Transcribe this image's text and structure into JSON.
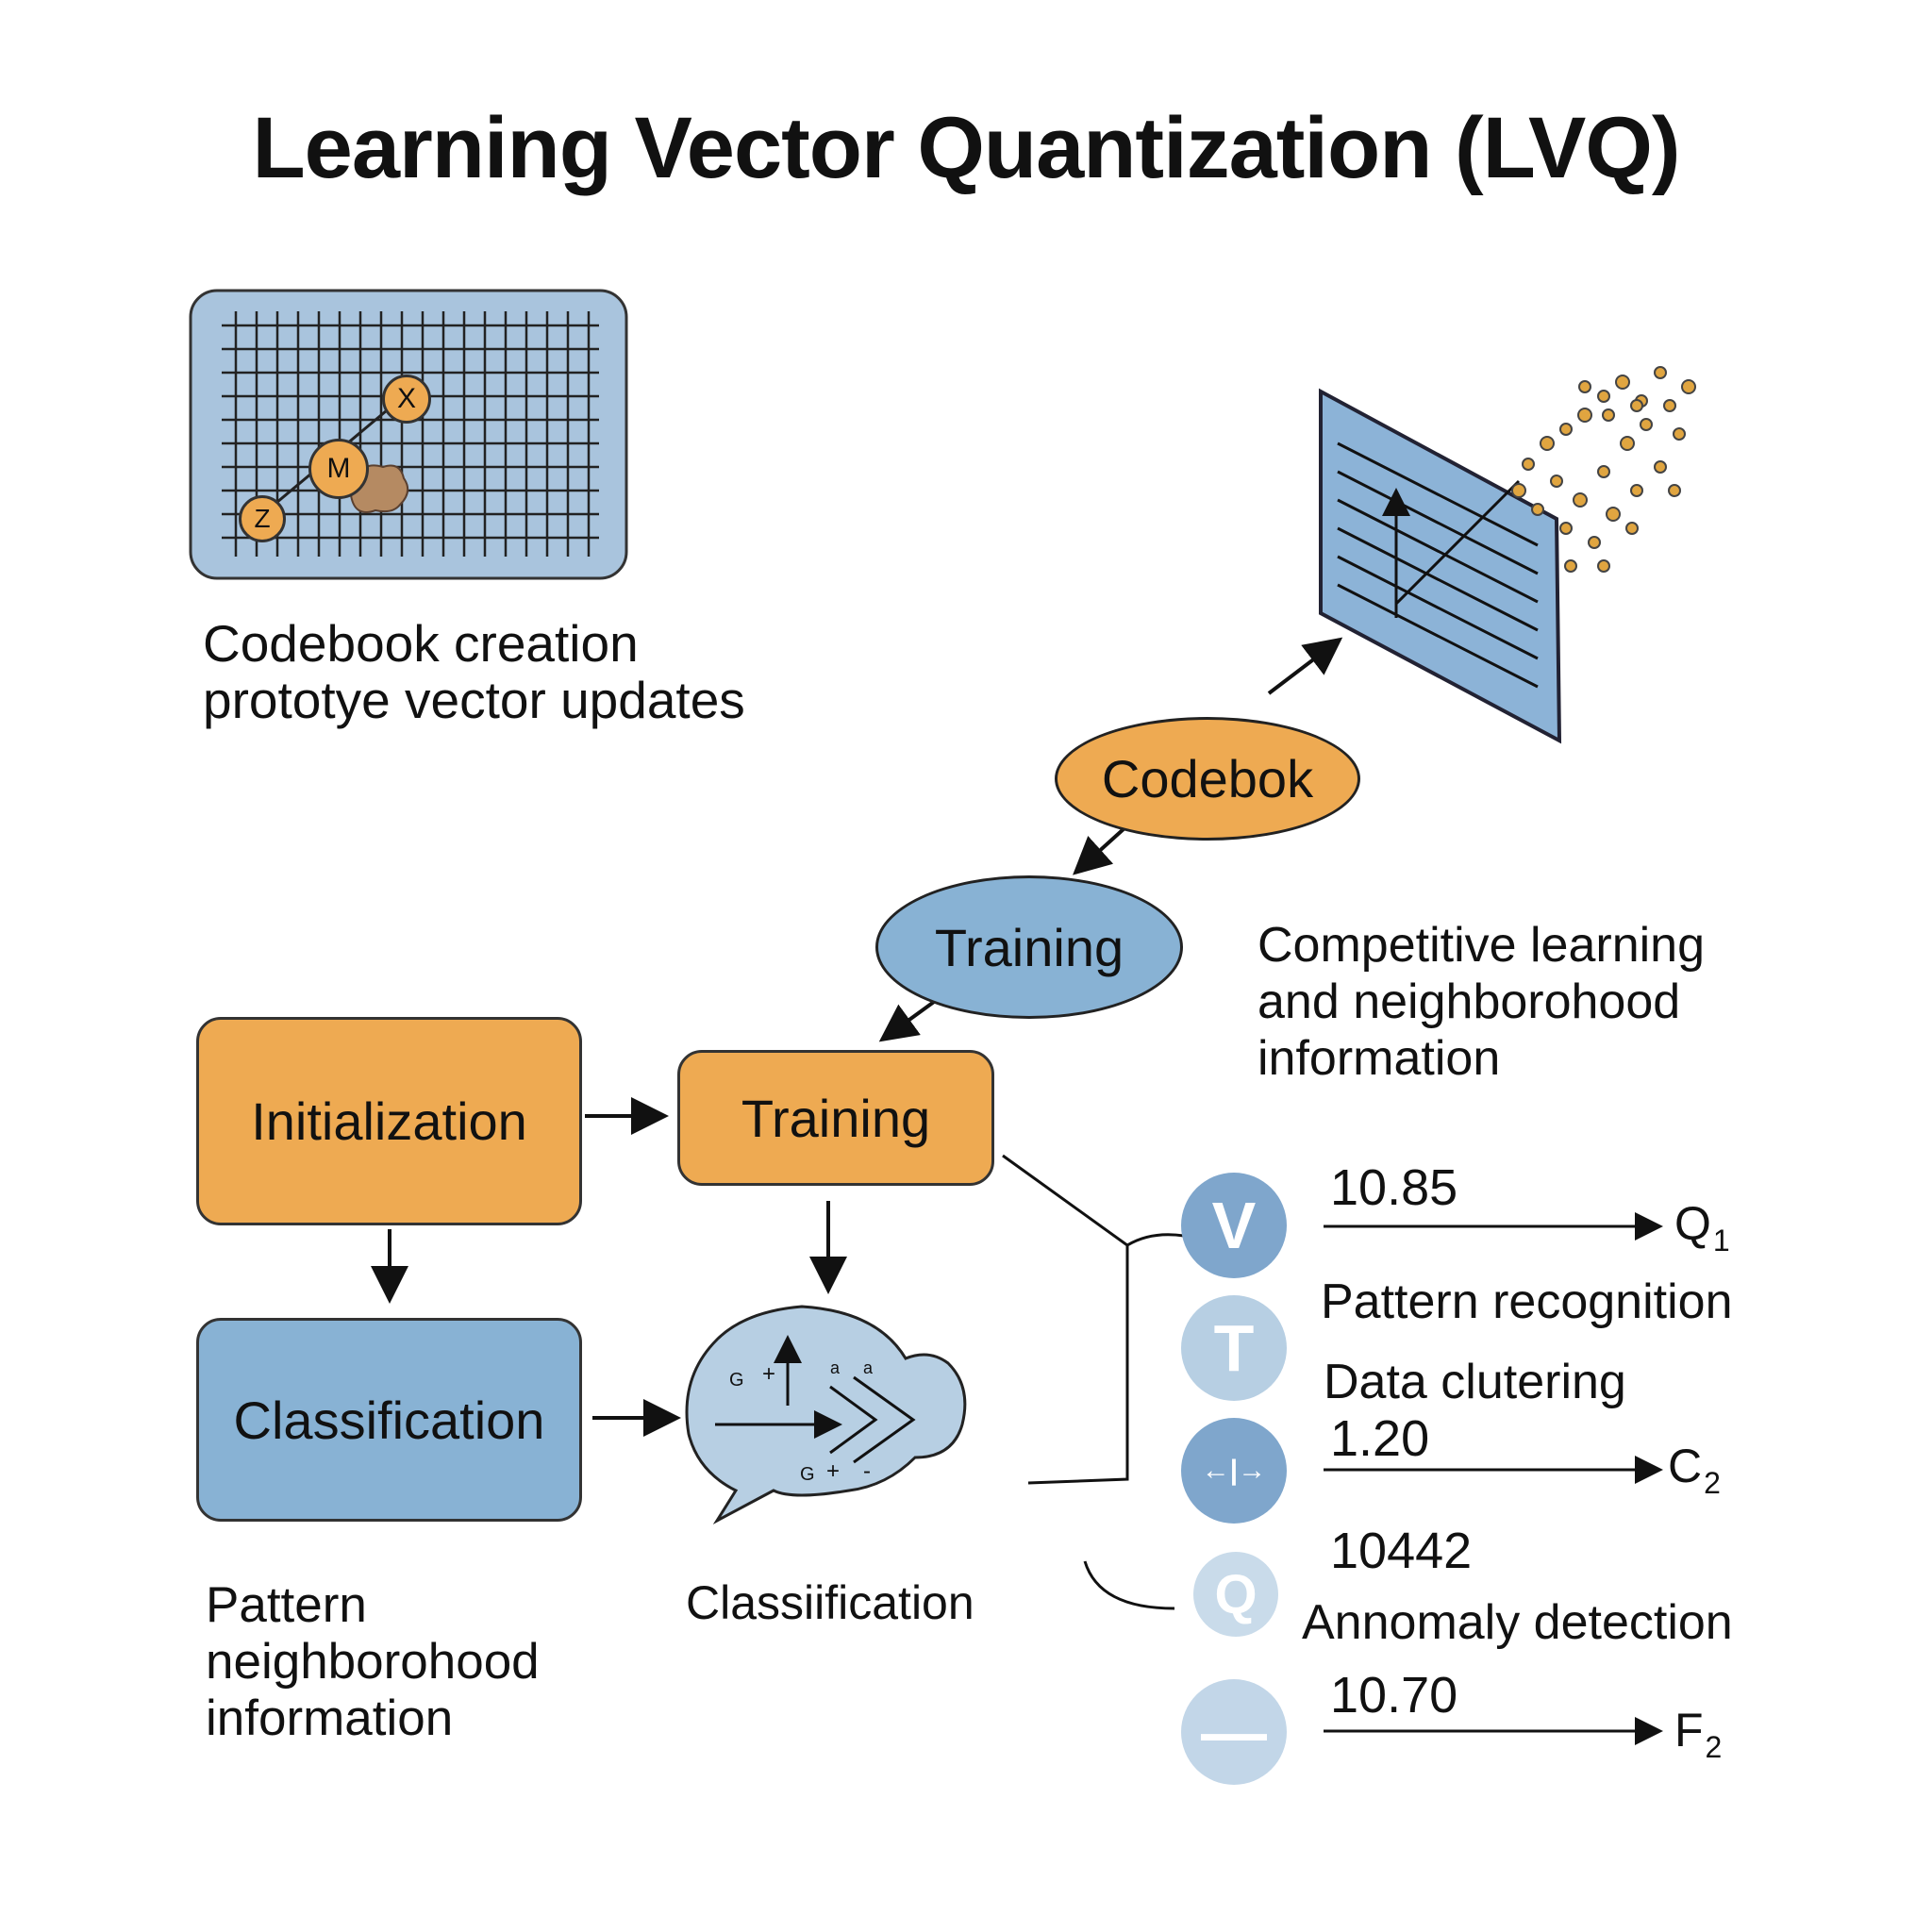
{
  "title": "Learning Vector Quantization (LVQ)",
  "codebook_caption": [
    "Codebook creation",
    "prototye vector updates"
  ],
  "grid_nodes": [
    "X",
    "M",
    "Z"
  ],
  "codebook_ellipse": "Codebok",
  "training_ellipse": "Training",
  "competitive_text": [
    "Competitive learning",
    "and neighborohood",
    "information"
  ],
  "boxes": {
    "initialization": "Initialization",
    "training": "Training",
    "classification": "Classification"
  },
  "bubble_caption": "Classiification",
  "pattern_caption": [
    "Pattern",
    "neighborohood",
    "information"
  ],
  "bubble_glyphs": [
    "G",
    "+",
    "a",
    "a",
    "G",
    "+",
    "-"
  ],
  "icons": [
    "V",
    "T",
    "←|→",
    "Q",
    "—"
  ],
  "outputs": [
    {
      "value": "10.85",
      "label": "Q",
      "sub": "1"
    },
    {
      "value": "1.20",
      "label": "C",
      "sub": "2"
    },
    {
      "value": "10.70",
      "label": "F",
      "sub": "2"
    }
  ],
  "labels": {
    "pattern_recognition": "Pattern recognition",
    "data_clustering": "Data clutering",
    "anomaly_value": "10442",
    "anomaly_detection": "Annomaly detection"
  },
  "colors": {
    "orange": "#eeaa52",
    "blue": "#88b2d4",
    "light_blue": "#b7cfe3"
  }
}
